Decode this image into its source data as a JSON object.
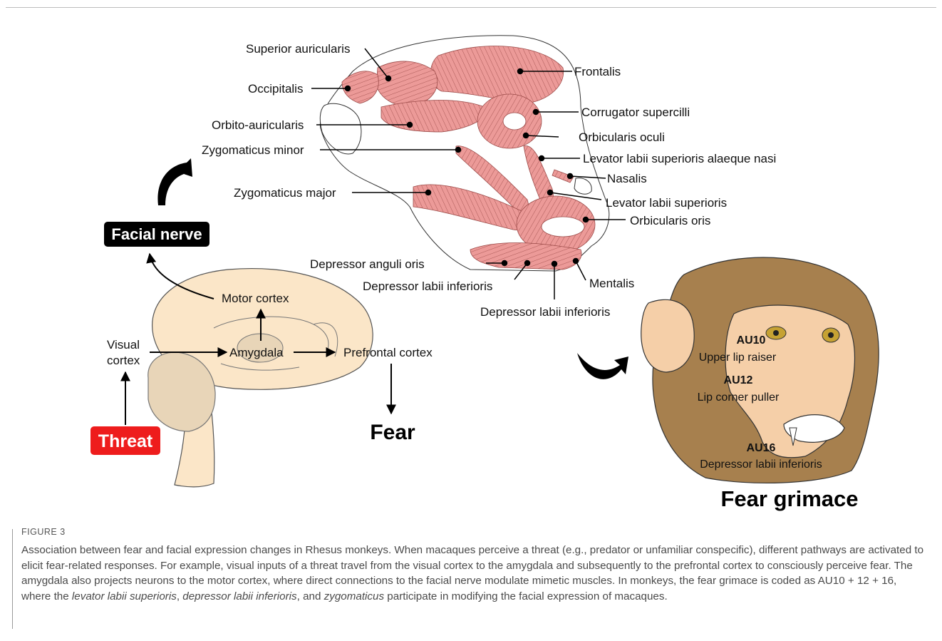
{
  "muscles": {
    "superior_auricularis": "Superior auricularis",
    "occipitalis": "Occipitalis",
    "orbito_auricularis": "Orbito-auricularis",
    "zygomaticus_minor": "Zygomaticus minor",
    "zygomaticus_major": "Zygomaticus major",
    "frontalis": "Frontalis",
    "corrugator": "Corrugator supercilli",
    "orbicularis_oculi": "Orbicularis oculi",
    "levator_alaeque": "Levator labii superioris alaeque nasi",
    "nasalis": "Nasalis",
    "levator_labii": "Levator labii superioris",
    "orbicularis_oris": "Orbicularis oris",
    "depressor_anguli": "Depressor anguli oris",
    "depressor_labii_1": "Depressor labii inferioris",
    "mentalis": "Mentalis",
    "depressor_labii_2": "Depressor labii inferioris"
  },
  "brain": {
    "facial_nerve": "Facial nerve",
    "motor_cortex": "Motor cortex",
    "visual_cortex_line1": "Visual",
    "visual_cortex_line2": "cortex",
    "amygdala": "Amygdala",
    "prefrontal_cortex": "Prefrontal cortex",
    "fear": "Fear",
    "threat": "Threat"
  },
  "grimace": {
    "au10_code": "AU10",
    "au10_name": "Upper lip raiser",
    "au12_code": "AU12",
    "au12_name": "Lip corner puller",
    "au16_code": "AU16",
    "au16_name": "Depressor labii inferioris",
    "title": "Fear grimace"
  },
  "caption": {
    "figure_label": "FIGURE 3",
    "part1": "Association between fear and facial expression changes in Rhesus monkeys. When macaques perceive a threat (e.g., predator or unfamiliar conspecific), different pathways are activated to elicit fear-related responses. For example, visual inputs of a threat travel from the visual cortex to the amygdala and subsequently to the prefrontal cortex to consciously perceive fear. The amygdala also projects neurons to the motor cortex, where direct connections to the facial nerve modulate mimetic muscles. In monkeys, the fear grimace is coded as AU10 + 12 + 16, where the ",
    "em1": "levator labii superioris",
    "sep1": ", ",
    "em2": "depressor labii inferioris",
    "sep2": ", and ",
    "em3": "zygomaticus",
    "part2": " participate in modifying the facial expression of macaques."
  },
  "colors": {
    "muscle": "#ec9a98",
    "muscle_line": "#8a3b3a",
    "brain": "#fbe6c8",
    "cerebellum": "#e8d5b8",
    "threat": "#ee1c1c",
    "fur": "#a7804e",
    "skin": "#f5cfa8"
  }
}
